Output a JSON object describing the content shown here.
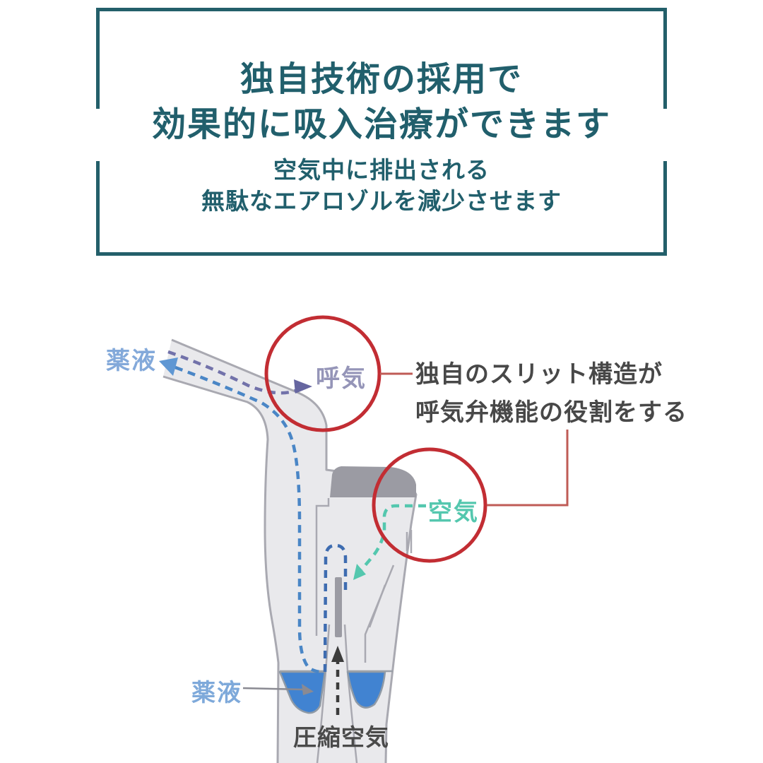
{
  "header": {
    "title_line1": "独自技術の採用で",
    "title_line2": "効果的に吸入治療ができます",
    "subtitle_line1": "空気中に排出される",
    "subtitle_line2": "無駄なエアロゾルを減少させます"
  },
  "diagram": {
    "labels": {
      "medicine_top": "薬液",
      "exhale": "呼気",
      "air": "空気",
      "medicine_bottom": "薬液",
      "compressed_air": "圧縮空気"
    },
    "annotation": {
      "line1": "独自のスリット構造が",
      "line2": "呼気弁機能の役割をする"
    }
  },
  "colors": {
    "frame_and_title_teal": "#215f6c",
    "highlight_circle_red": "#c22d33",
    "callout_line_red": "#bf5b56",
    "medicine_label_blue": "#7ea9da",
    "medicine_flow_blue": "#4a86c6",
    "medicine_loop_blue": "#3e6cb0",
    "exhale_purple": "#9595b8",
    "exhale_arrow_purple": "#7272aa",
    "air_teal": "#54c7ae",
    "liquid_blue": "#4183d1",
    "device_fill_gray": "#e9e9ec",
    "device_outline_gray": "#a9a9b1",
    "cap_gray": "#9b9ba3",
    "dark_text_gray": "#484848",
    "compressed_air_arrow": "#3c3c3c"
  }
}
